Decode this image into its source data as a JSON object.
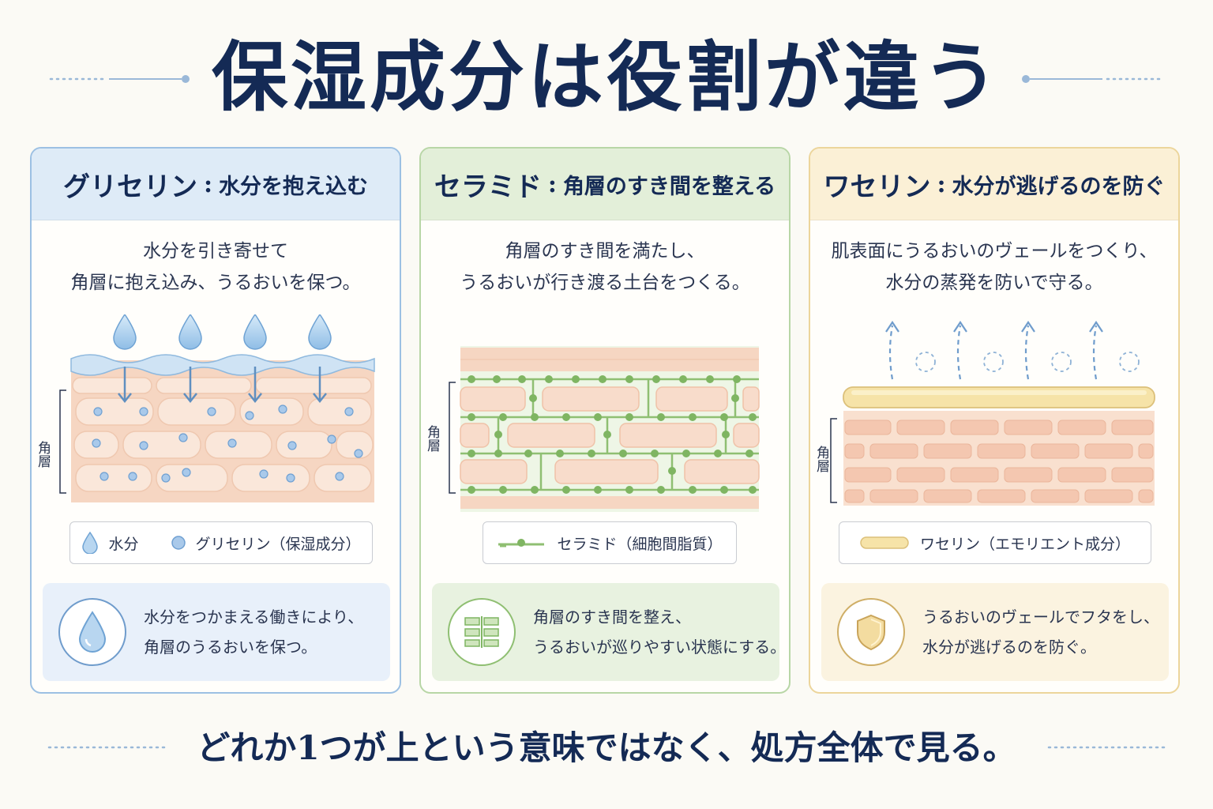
{
  "title": "保湿成分は役割が違う",
  "footer": "どれか1つが上という意味ではなく、処方全体で見る。",
  "colors": {
    "navy": "#142a55",
    "blue_border": "#9cc0e3",
    "blue_header": "#deebf7",
    "blue_summary": "#e8f0fa",
    "green_border": "#b8d6a6",
    "green_header": "#e3efd9",
    "green_summary": "#e8f2e0",
    "yellow_border": "#ecd59b",
    "yellow_header": "#fbf0d6",
    "yellow_summary": "#fbf3e0",
    "skin": "#f9e0cf"
  },
  "cards": {
    "glycerin": {
      "name": "グリセリン",
      "sep": ":",
      "role": "水分を抱え込む",
      "desc": [
        "水分を引き寄せて",
        "角層に抱え込み、うるおいを保つ。"
      ],
      "layer_label": "角層",
      "legend": [
        {
          "icon": "water-drop-icon",
          "label": "水分"
        },
        {
          "icon": "blue-dot-icon",
          "label": "グリセリン（保湿成分）"
        }
      ],
      "summary": {
        "icon": "water-drop-icon",
        "lines": [
          "水分をつかまえる働きにより、",
          "角層のうるおいを保つ。"
        ]
      }
    },
    "ceramide": {
      "name": "セラミド",
      "sep": ":",
      "role": "角層のすき間を整える",
      "desc": [
        "角層のすき間を満たし、",
        "うるおいが行き渡る土台をつくる。"
      ],
      "layer_label": "角層",
      "legend": [
        {
          "icon": "ceramide-line-icon",
          "label": "セラミド（細胞間脂質）"
        }
      ],
      "summary": {
        "icon": "brick-layer-icon",
        "lines": [
          "角層のすき間を整え、",
          "うるおいが巡りやすい状態にする。"
        ]
      }
    },
    "vaseline": {
      "name": "ワセリン",
      "sep": ":",
      "role": "水分が逃げるのを防ぐ",
      "desc": [
        "肌表面にうるおいのヴェールをつくり、",
        "水分の蒸発を防いで守る。"
      ],
      "layer_label": "角層",
      "legend": [
        {
          "icon": "vaseline-bar-icon",
          "label": "ワセリン（エモリエント成分）"
        }
      ],
      "summary": {
        "icon": "shield-icon",
        "lines": [
          "うるおいのヴェールでフタをし、",
          "水分が逃げるのを防ぐ。"
        ]
      }
    }
  }
}
